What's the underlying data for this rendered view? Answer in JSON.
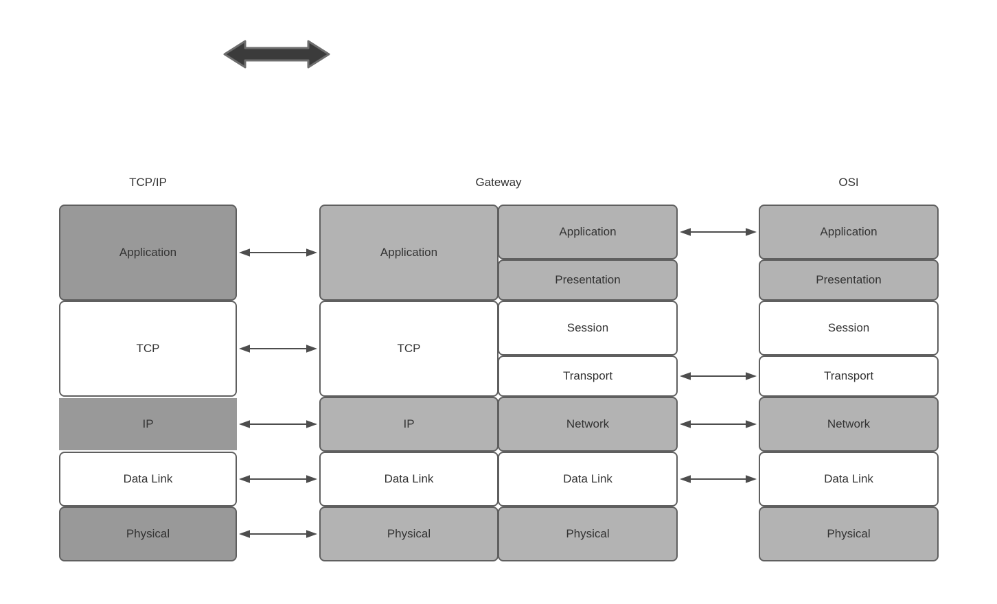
{
  "diagram": {
    "legend": {
      "arrow_icon": "double-headed-arrow"
    },
    "colors": {
      "background": "#ffffff",
      "box_dark_gray": "#999999",
      "box_light_gray": "#b3b3b3",
      "box_white": "#ffffff",
      "box_border": "#5f5f5f",
      "text": "#333333",
      "connector_arrow": "#4d4d4d",
      "legend_arrow_fill": "#3b3b3b",
      "legend_arrow_stroke": "#6e6e6e"
    },
    "stacks": {
      "tcpip": {
        "title": "TCP/IP",
        "layers": [
          {
            "label": "Application"
          },
          {
            "label": "TCP"
          },
          {
            "label": "IP"
          },
          {
            "label": "Data Link"
          },
          {
            "label": "Physical"
          }
        ]
      },
      "gateway": {
        "title": "Gateway",
        "left_layers": [
          {
            "label": "Application"
          },
          {
            "label": "TCP"
          },
          {
            "label": "IP"
          },
          {
            "label": "Data Link"
          },
          {
            "label": "Physical"
          }
        ],
        "right_layers": [
          {
            "label": "Application"
          },
          {
            "label": "Presentation"
          },
          {
            "label": "Session"
          },
          {
            "label": "Transport"
          },
          {
            "label": "Network"
          },
          {
            "label": "Data Link"
          },
          {
            "label": "Physical"
          }
        ]
      },
      "osi": {
        "title": "OSI",
        "layers": [
          {
            "label": "Application"
          },
          {
            "label": "Presentation"
          },
          {
            "label": "Session"
          },
          {
            "label": "Transport"
          },
          {
            "label": "Network"
          },
          {
            "label": "Data Link"
          },
          {
            "label": "Physical"
          }
        ]
      }
    },
    "connections": {
      "tcpip_gateway": [
        "Application",
        "TCP",
        "IP",
        "Data Link",
        "Physical"
      ],
      "gateway_osi": [
        "Application",
        "Transport",
        "Network",
        "Data Link"
      ]
    }
  }
}
